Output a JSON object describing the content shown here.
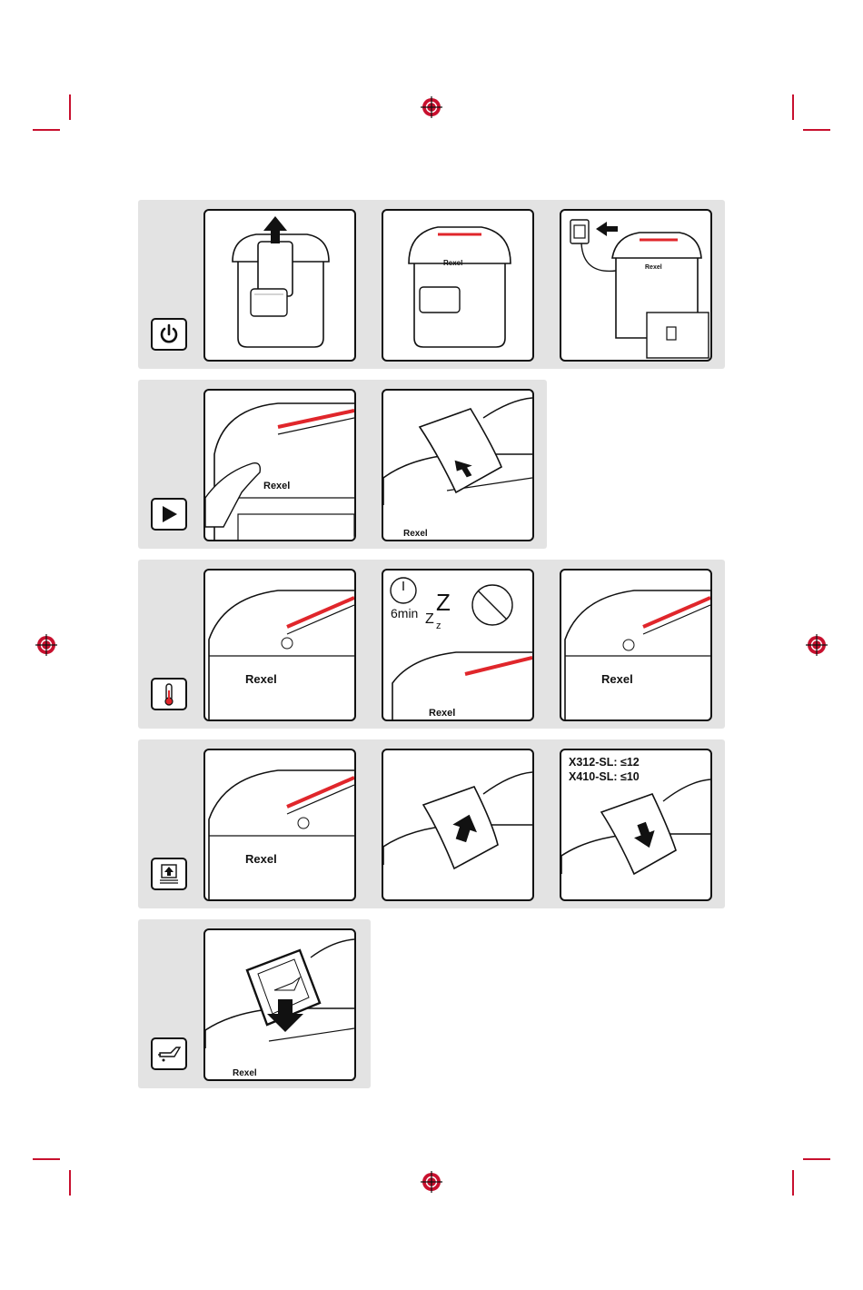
{
  "brand": {
    "logo": "Rexel"
  },
  "colors": {
    "crop_mark": "#c8102e",
    "row_background": "#e3e3e3",
    "outline": "#111111",
    "feed_stripe": "#e0262b"
  },
  "rows": [
    {
      "icon": "power-icon"
    },
    {
      "icon": "play-icon"
    },
    {
      "icon": "thermometer-icon"
    },
    {
      "icon": "paper-jam-icon"
    },
    {
      "icon": "oil-can-icon"
    }
  ],
  "sleep": {
    "timer_label": "6min",
    "z_large": "Z",
    "z_medium": "Z",
    "z_small": "z"
  },
  "capacity": {
    "line1": "X312-SL: ≤12",
    "line2": "X410-SL: ≤10"
  }
}
